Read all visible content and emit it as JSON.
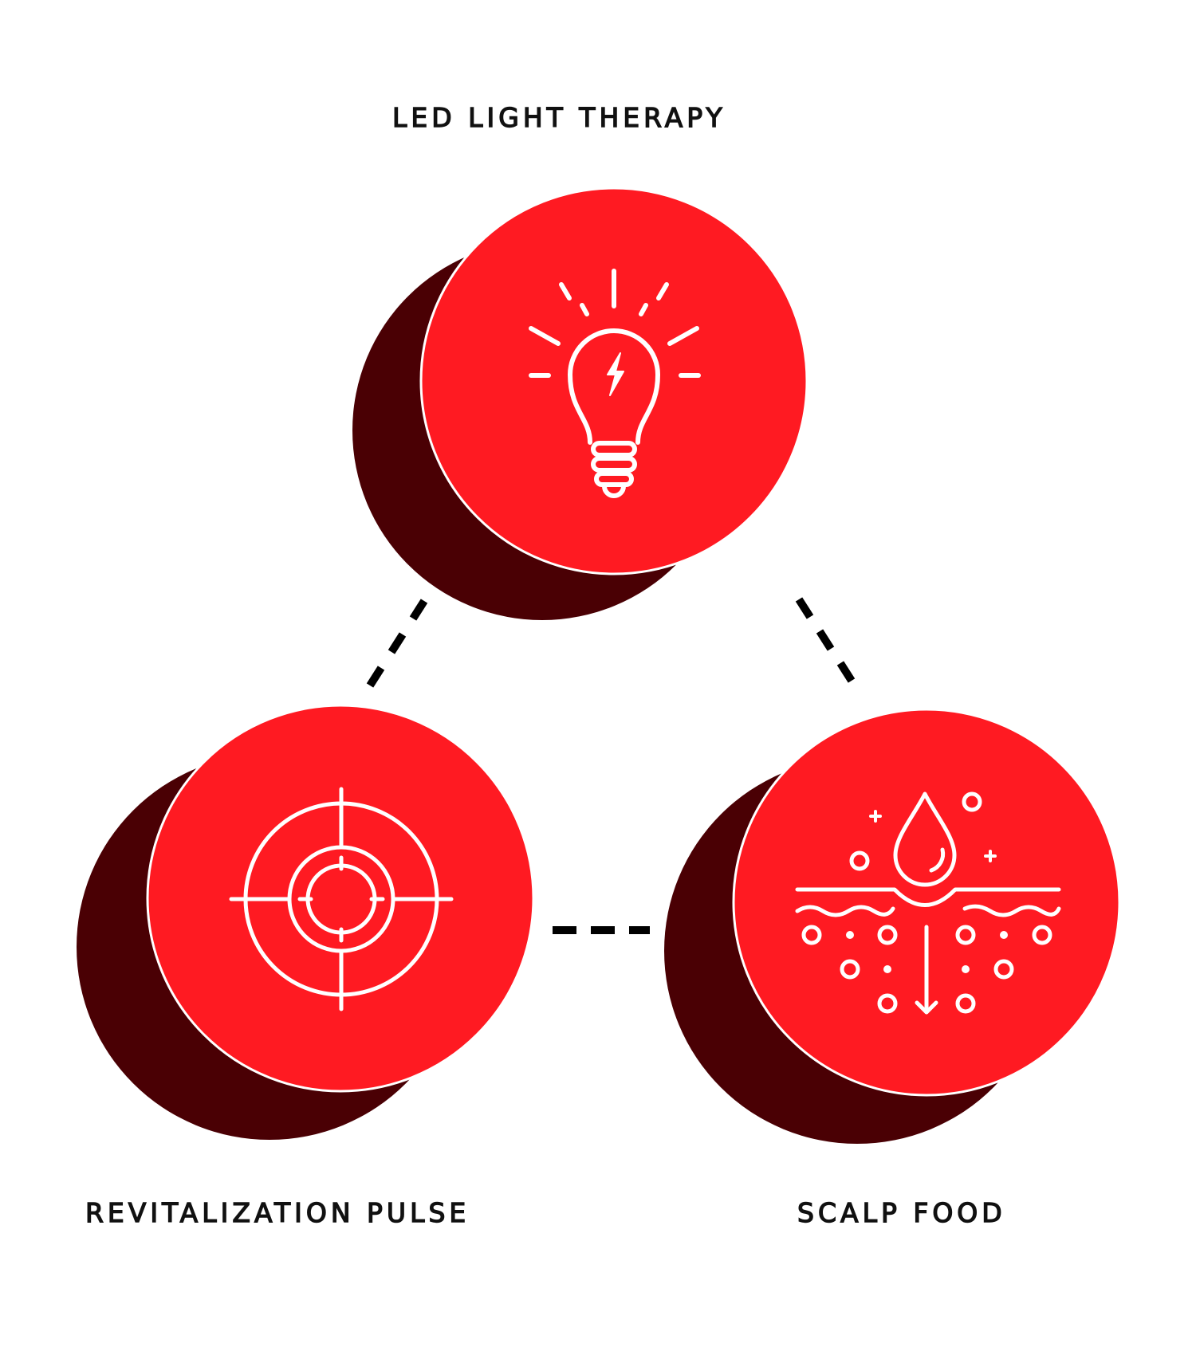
{
  "nodes": [
    {
      "id": "top",
      "label": "LED LIGHT THERAPY",
      "icon": "lightbulb-icon"
    },
    {
      "id": "left",
      "label": "REVITALIZATION PULSE",
      "icon": "target-icon"
    },
    {
      "id": "right",
      "label": "SCALP FOOD",
      "icon": "scalp-absorption-icon"
    }
  ],
  "colors": {
    "circle_fill": "#FF1A22",
    "shadow_fill": "#4A0004",
    "icon_stroke": "#FFFFFF",
    "connector": "#000000",
    "label_text": "#111111"
  }
}
